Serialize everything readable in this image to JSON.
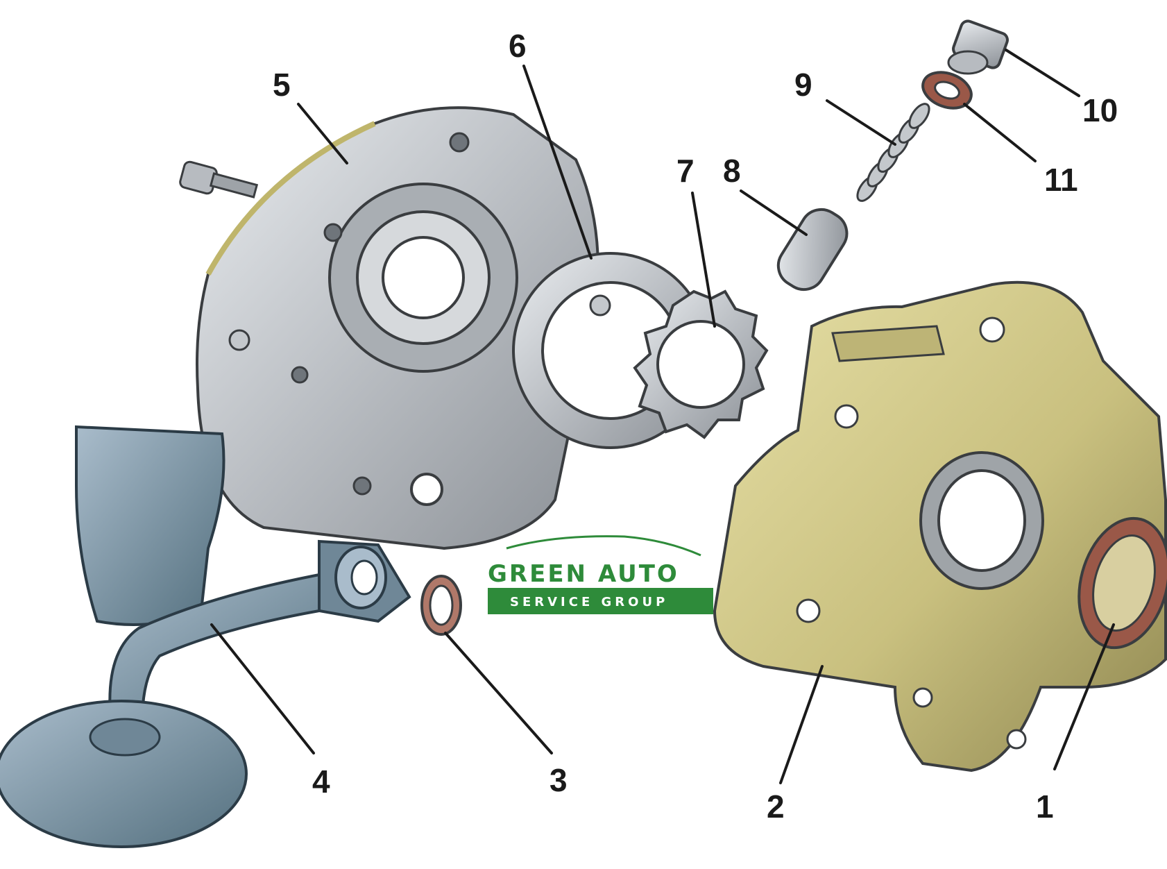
{
  "callouts": [
    {
      "id": "c1",
      "label": "1"
    },
    {
      "id": "c2",
      "label": "2"
    },
    {
      "id": "c3",
      "label": "3"
    },
    {
      "id": "c4",
      "label": "4"
    },
    {
      "id": "c5",
      "label": "5"
    },
    {
      "id": "c6",
      "label": "6"
    },
    {
      "id": "c7",
      "label": "7"
    },
    {
      "id": "c8",
      "label": "8"
    },
    {
      "id": "c9",
      "label": "9"
    },
    {
      "id": "c10",
      "label": "10"
    },
    {
      "id": "c11",
      "label": "11"
    }
  ],
  "watermark": {
    "line1": "GREEN AUTO",
    "line2": "SERVICE GROUP"
  },
  "colors": {
    "housing": "#cfc78a",
    "housing_shade": "#8f874c",
    "steel": "#c9ccd0",
    "steel_dark": "#7d8288",
    "pickup": "#7f98ab",
    "pickup_dark": "#4d6779",
    "seal": "#9a5848",
    "brand_green": "#2e8b3a"
  }
}
